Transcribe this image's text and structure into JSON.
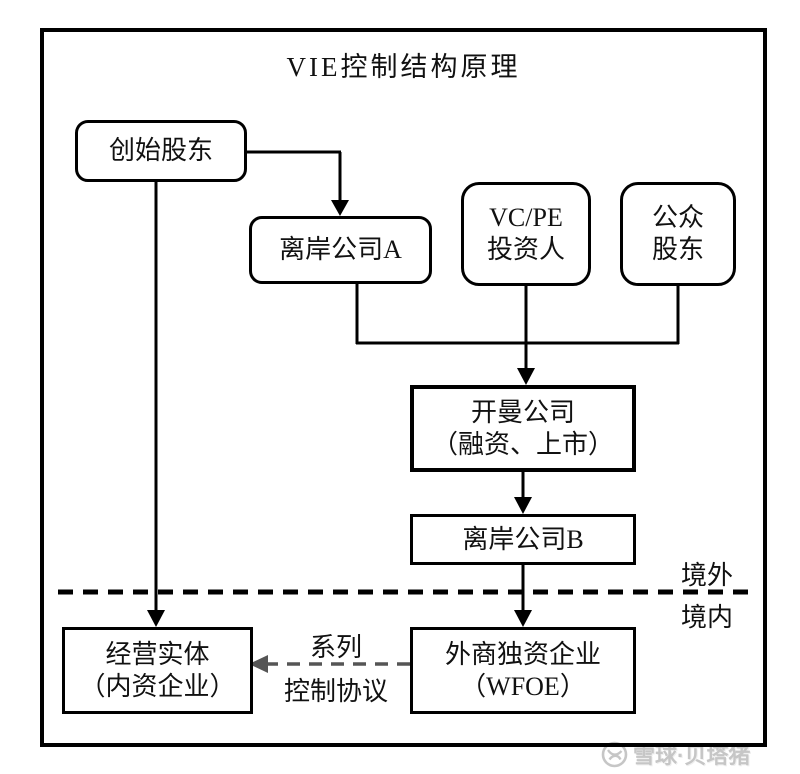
{
  "title": "VIE控制结构原理",
  "nodes": {
    "founder": {
      "label": "创始股东"
    },
    "offshore_a": {
      "label": "离岸公司A"
    },
    "vcpe": {
      "line1": "VC/PE",
      "line2": "投资人"
    },
    "public": {
      "line1": "公众",
      "line2": "股东"
    },
    "cayman": {
      "line1": "开曼公司",
      "line2": "（融资、上市）"
    },
    "offshore_b": {
      "label": "离岸公司B"
    },
    "opco": {
      "line1": "经营实体",
      "line2": "（内资企业）"
    },
    "wfoe": {
      "line1": "外商独资企业",
      "line2": "（WFOE）"
    }
  },
  "labels": {
    "offshore_region": "境外",
    "onshore_region": "境内",
    "agreement_line1": "系列",
    "agreement_line2": "控制协议"
  },
  "watermark": {
    "text": "雪球·贝塔猪"
  },
  "colors": {
    "line": "#000000",
    "agreement_arrow": "#555555",
    "watermark": "#c6c6c6",
    "background": "#ffffff"
  }
}
